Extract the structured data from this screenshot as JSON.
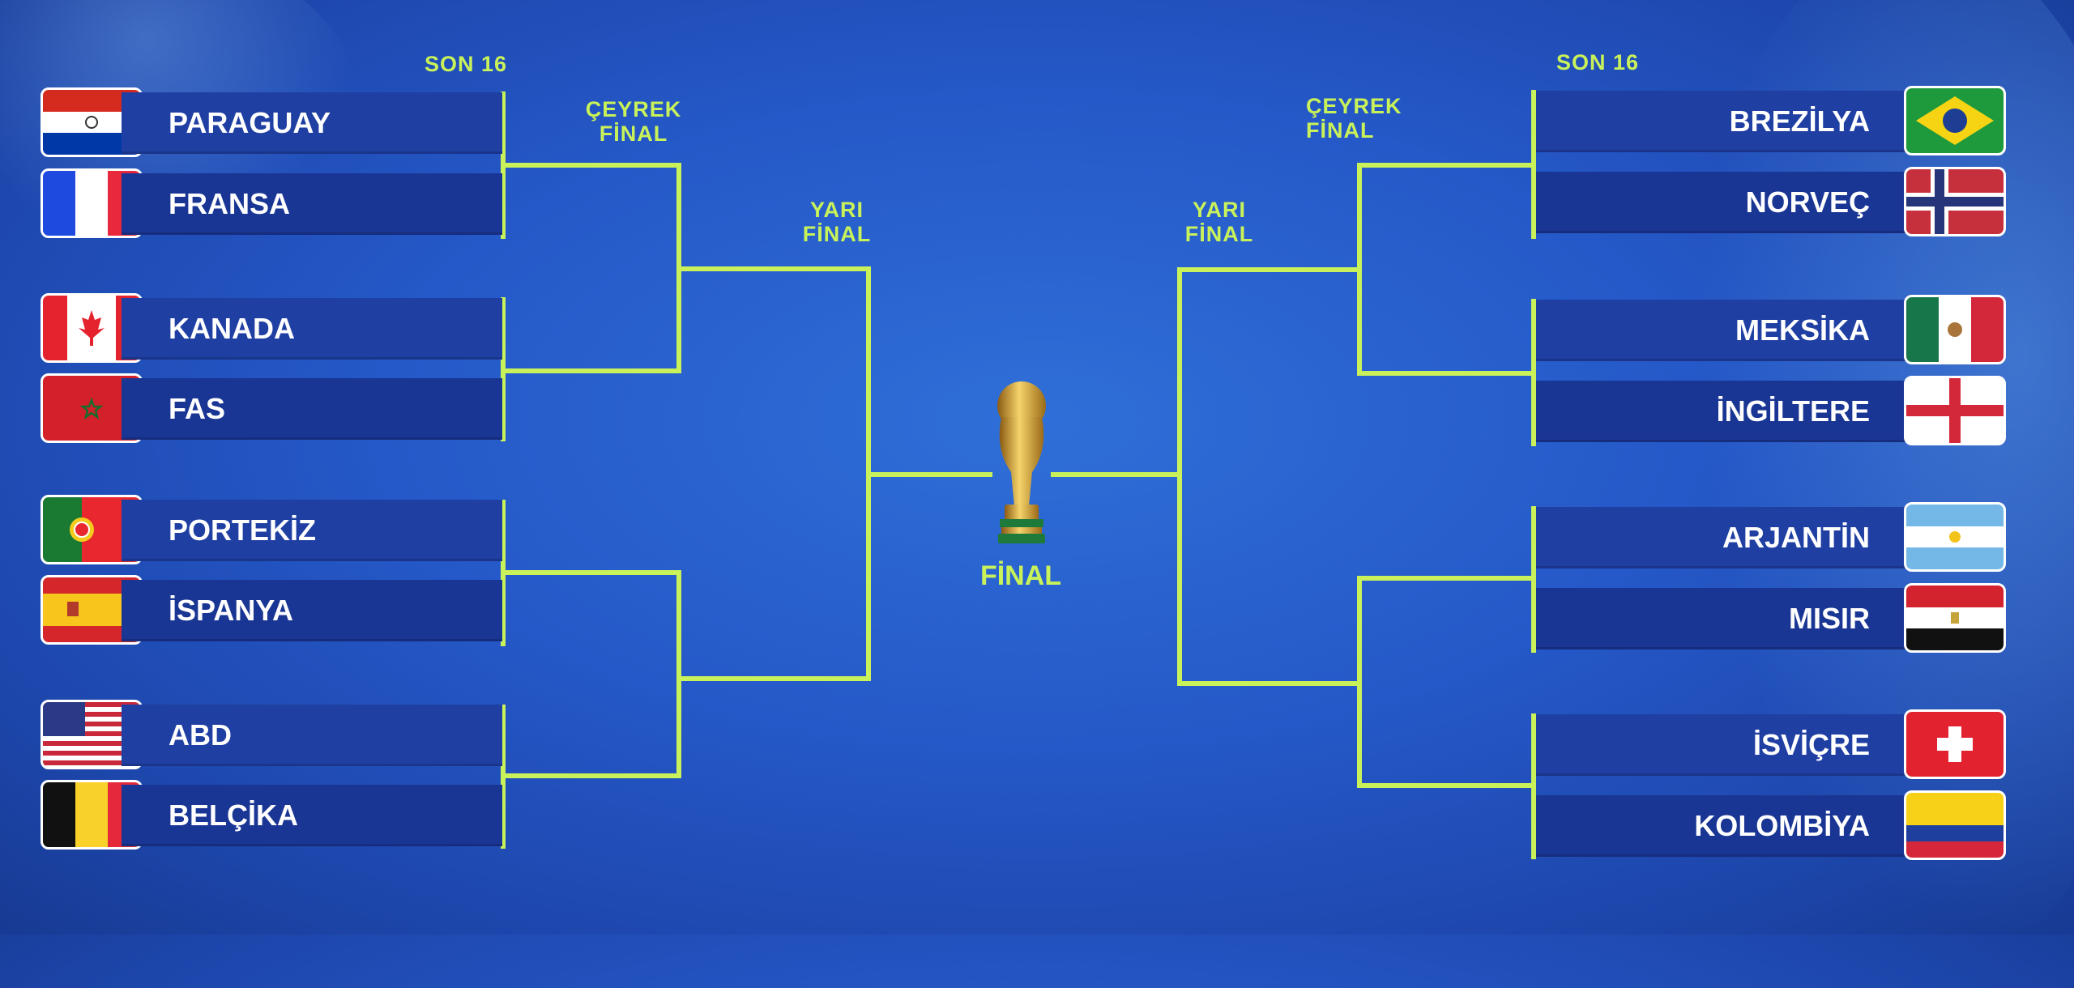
{
  "colors": {
    "accent": "#c9f25a",
    "bar": "#1f3fa3",
    "background": "#2558c8"
  },
  "labels": {
    "round_of_16_left": "SON 16",
    "round_of_16_right": "SON 16",
    "quarter_left": "ÇEYREK\nFİNAL",
    "quarter_right": "ÇEYREK\nFİNAL",
    "semi_left": "YARI\nFİNAL",
    "semi_right": "YARI\nFİNAL",
    "final": "FİNAL"
  },
  "left_teams": [
    {
      "name": "PARAGUAY",
      "flag": "paraguay-flag-icon"
    },
    {
      "name": "FRANSA",
      "flag": "france-flag-icon"
    },
    {
      "name": "KANADA",
      "flag": "canada-flag-icon"
    },
    {
      "name": "FAS",
      "flag": "morocco-flag-icon"
    },
    {
      "name": "PORTEKİZ",
      "flag": "portugal-flag-icon"
    },
    {
      "name": "İSPANYA",
      "flag": "spain-flag-icon"
    },
    {
      "name": "ABD",
      "flag": "usa-flag-icon"
    },
    {
      "name": "BELÇİKA",
      "flag": "belgium-flag-icon"
    }
  ],
  "right_teams": [
    {
      "name": "BREZİLYA",
      "flag": "brazil-flag-icon"
    },
    {
      "name": "NORVEÇ",
      "flag": "norway-flag-icon"
    },
    {
      "name": "MEKSİKA",
      "flag": "mexico-flag-icon"
    },
    {
      "name": "İNGİLTERE",
      "flag": "england-flag-icon"
    },
    {
      "name": "ARJANTİN",
      "flag": "argentina-flag-icon"
    },
    {
      "name": "MISIR",
      "flag": "egypt-flag-icon"
    },
    {
      "name": "İSVİÇRE",
      "flag": "switzerland-flag-icon"
    },
    {
      "name": "KOLOMBİYA",
      "flag": "colombia-flag-icon"
    }
  ],
  "trophy_icon": "world-cup-trophy-icon"
}
